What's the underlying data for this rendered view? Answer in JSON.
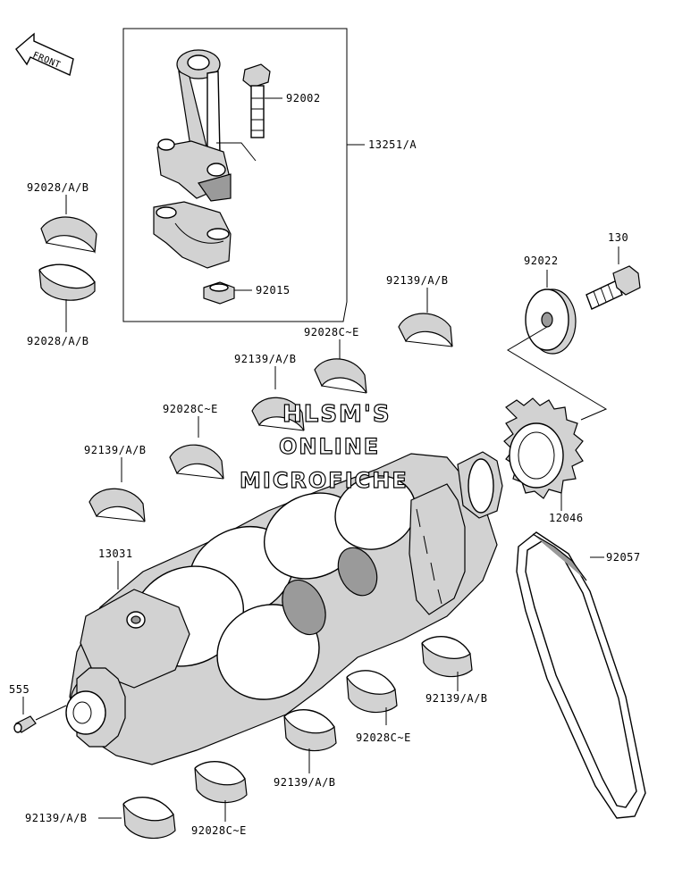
{
  "front_badge": "FRONT",
  "watermark": [
    "HLSM'S",
    "ONLINE",
    "MICROFICHE"
  ],
  "labels": {
    "conrod_bolt": "92002",
    "conrod_assy": "13251/A",
    "conrod_nut": "92015",
    "rod_bearing_upper": "92028/A/B",
    "rod_bearing_lower": "92028/A/B",
    "bolt_130": "130",
    "washer": "92022",
    "main_bearing_1": "92139/A/B",
    "main_bearing_2": "92028C~E",
    "main_bearing_3": "92139/A/B",
    "main_bearing_4": "92028C~E",
    "main_bearing_5": "92139/A/B",
    "sprocket": "12046",
    "crankshaft": "13031",
    "chain": "92057",
    "pin": "555",
    "lower_bearing_1": "92139/A/B",
    "lower_bearing_2": "92028C~E",
    "lower_bearing_3": "92139/A/B",
    "lower_bearing_4": "92028C~E",
    "lower_bearing_5": "92139/A/B"
  }
}
